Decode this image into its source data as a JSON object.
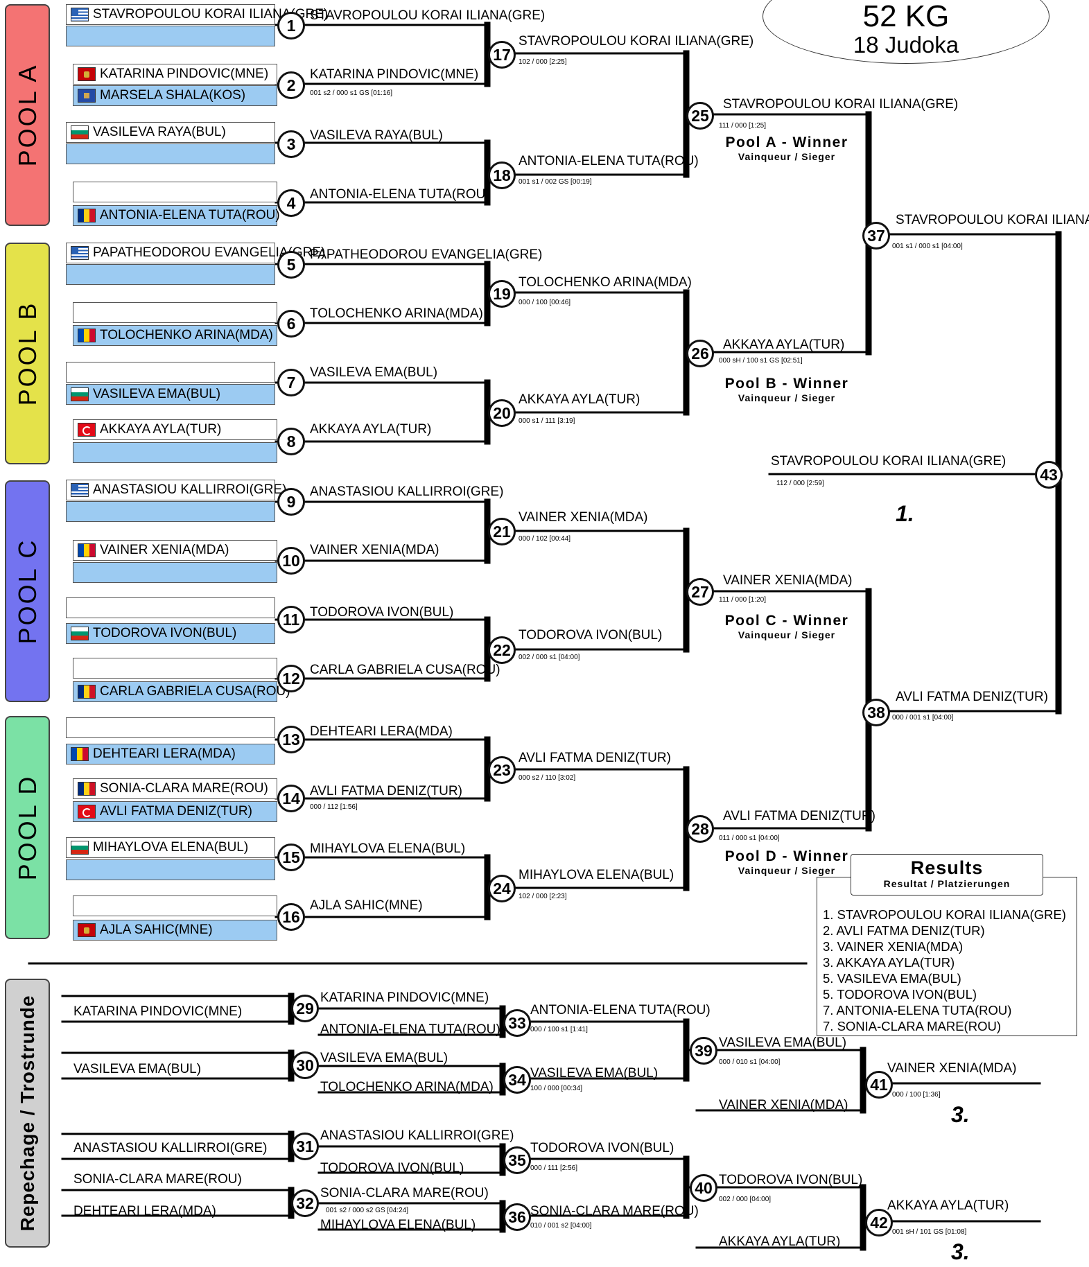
{
  "header": {
    "weight": "52 KG",
    "count": "18 Judoka"
  },
  "pools": {
    "a": "POOL A",
    "b": "POOL B",
    "c": "POOL C",
    "d": "POOL D",
    "repechage": "Repechage / Trostrunde"
  },
  "entries": {
    "e1": "STAVROPOULOU KORAI ILIANA(GRE)",
    "e2a": "KATARINA PINDOVIC(MNE)",
    "e2b": "MARSELA SHALA(KOS)",
    "e3": "VASILEVA RAYA(BUL)",
    "e4": "ANTONIA-ELENA TUTA(ROU)",
    "e5": "PAPATHEODOROU EVANGELIA(GRE)",
    "e6": "TOLOCHENKO ARINA(MDA)",
    "e7": "VASILEVA EMA(BUL)",
    "e8": "AKKAYA AYLA(TUR)",
    "e9": "ANASTASIOU KALLIRROI(GRE)",
    "e10": "VAINER XENIA(MDA)",
    "e11": "TODOROVA IVON(BUL)",
    "e12": "CARLA GABRIELA CUSA(ROU)",
    "e13": "DEHTEARI LERA(MDA)",
    "e14a": "SONIA-CLARA MARE(ROU)",
    "e14b": "AVLI FATMA DENIZ(TUR)",
    "e15": "MIHAYLOVA ELENA(BUL)",
    "e16": "AJLA SAHIC(MNE)"
  },
  "round1": {
    "m1": "STAVROPOULOU KORAI ILIANA(GRE)",
    "m2": "KATARINA PINDOVIC(MNE)",
    "m2s": "001 s2 / 000 s1  GS [01:16]",
    "m3": "VASILEVA RAYA(BUL)",
    "m4": "ANTONIA-ELENA TUTA(ROU)",
    "m5": "PAPATHEODOROU EVANGELIA(GRE)",
    "m6": "TOLOCHENKO ARINA(MDA)",
    "m7": "VASILEVA EMA(BUL)",
    "m8": "AKKAYA AYLA(TUR)",
    "m9": "ANASTASIOU KALLIRROI(GRE)",
    "m10": "VAINER XENIA(MDA)",
    "m11": "TODOROVA IVON(BUL)",
    "m12": "CARLA GABRIELA CUSA(ROU)",
    "m13": "DEHTEARI LERA(MDA)",
    "m14": "AVLI FATMA DENIZ(TUR)",
    "m14s": "000 / 112 [1:56]",
    "m15": "MIHAYLOVA ELENA(BUL)",
    "m16": "AJLA SAHIC(MNE)"
  },
  "round2": {
    "m17": "STAVROPOULOU KORAI ILIANA(GRE)",
    "m17s": "102 / 000 [2:25]",
    "m18": "ANTONIA-ELENA TUTA(ROU)",
    "m18s": "001 s1 / 002  GS [00:19]",
    "m19": "TOLOCHENKO ARINA(MDA)",
    "m19s": "000 / 100 [00:46]",
    "m20": "AKKAYA AYLA(TUR)",
    "m20s": "000 s1 / 111 [3:19]",
    "m21": "VAINER XENIA(MDA)",
    "m21s": "000 / 102 [00:44]",
    "m22": "TODOROVA IVON(BUL)",
    "m22s": "002 / 000 s1 [04:00]",
    "m23": "AVLI FATMA DENIZ(TUR)",
    "m23s": "000 s2 / 110 [3:02]",
    "m24": "MIHAYLOVA ELENA(BUL)",
    "m24s": "102 / 000 [2:23]"
  },
  "round3": {
    "m25": "STAVROPOULOU KORAI ILIANA(GRE)",
    "m25s": "111 / 000 [1:25]",
    "m26": "AKKAYA AYLA(TUR)",
    "m26s": "000 sH  / 100 s1  GS [02:51]",
    "m27": "VAINER XENIA(MDA)",
    "m27s": "111 / 000 [1:20]",
    "m28": "AVLI FATMA DENIZ(TUR)",
    "m28s": "011 / 000 s1 [04:00]"
  },
  "winner_label": {
    "title_a": "Pool A - Winner",
    "title_b": "Pool B - Winner",
    "title_c": "Pool C - Winner",
    "title_d": "Pool D - Winner",
    "sub": "Vainqueur / Sieger"
  },
  "semis": {
    "m37": "STAVROPOULOU KORAI ILIANA(GRE)",
    "m37s": "001 s1 / 000 s1 [04:00]",
    "m38": "AVLI FATMA DENIZ(TUR)",
    "m38s": "000 / 001 s1 [04:00]"
  },
  "final": {
    "m43": "STAVROPOULOU KORAI ILIANA(GRE)",
    "m43s": "112 / 000 [2:59]",
    "place": "1."
  },
  "repechage": {
    "r29a": "KATARINA PINDOVIC(MNE)",
    "r30a": "VASILEVA EMA(BUL)",
    "r31a": "ANASTASIOU KALLIRROI(GRE)",
    "r32a": "SONIA-CLARA MARE(ROU)",
    "r32b": "DEHTEARI LERA(MDA)",
    "m29": "KATARINA PINDOVIC(MNE)",
    "m29b": "ANTONIA-ELENA TUTA(ROU)",
    "m30": "VASILEVA EMA(BUL)",
    "m30b": "TOLOCHENKO ARINA(MDA)",
    "m31": "ANASTASIOU KALLIRROI(GRE)",
    "m31b": "TODOROVA IVON(BUL)",
    "m32": "SONIA-CLARA MARE(ROU)",
    "m32s": "001 s2 / 000 s2  GS [04:24]",
    "m32b": "MIHAYLOVA ELENA(BUL)",
    "m33": "ANTONIA-ELENA TUTA(ROU)",
    "m33s": "000 / 100 s1 [1:41]",
    "m34": "VASILEVA EMA(BUL)",
    "m34s": "100 / 000 [00:34]",
    "m35": "TODOROVA IVON(BUL)",
    "m35s": "000 / 111 [2:56]",
    "m36": "SONIA-CLARA MARE(ROU)",
    "m36s": "010 / 001 s2 [04:00]",
    "m39": "VASILEVA EMA(BUL)",
    "m39s": "000 / 010 s1 [04:00]",
    "m39b": "VAINER XENIA(MDA)",
    "m40": "TODOROVA IVON(BUL)",
    "m40s": "002 / 000 [04:00]",
    "m40b": "AKKAYA AYLA(TUR)",
    "m41": "VAINER XENIA(MDA)",
    "m41s": "000 / 100 [1:36]",
    "m42": "AKKAYA AYLA(TUR)",
    "m42s": "001 sH  / 101  GS [01:08]",
    "place": "3."
  },
  "results": {
    "title": "Results",
    "subtitle": "Resultat / Platzierungen",
    "items": [
      "1. STAVROPOULOU KORAI ILIANA(GRE)",
      "2. AVLI FATMA DENIZ(TUR)",
      "3. VAINER XENIA(MDA)",
      "3. AKKAYA AYLA(TUR)",
      "5. VASILEVA EMA(BUL)",
      "5. TODOROVA IVON(BUL)",
      "7. ANTONIA-ELENA TUTA(ROU)",
      "7. SONIA-CLARA MARE(ROU)"
    ]
  },
  "colors": {
    "pool_a": "#f47373",
    "pool_b": "#e4e24a",
    "pool_c": "#7373f0",
    "pool_d": "#7be1a5",
    "repechage": "#d0d0d0",
    "blue_slot": "#9ccbf2"
  }
}
